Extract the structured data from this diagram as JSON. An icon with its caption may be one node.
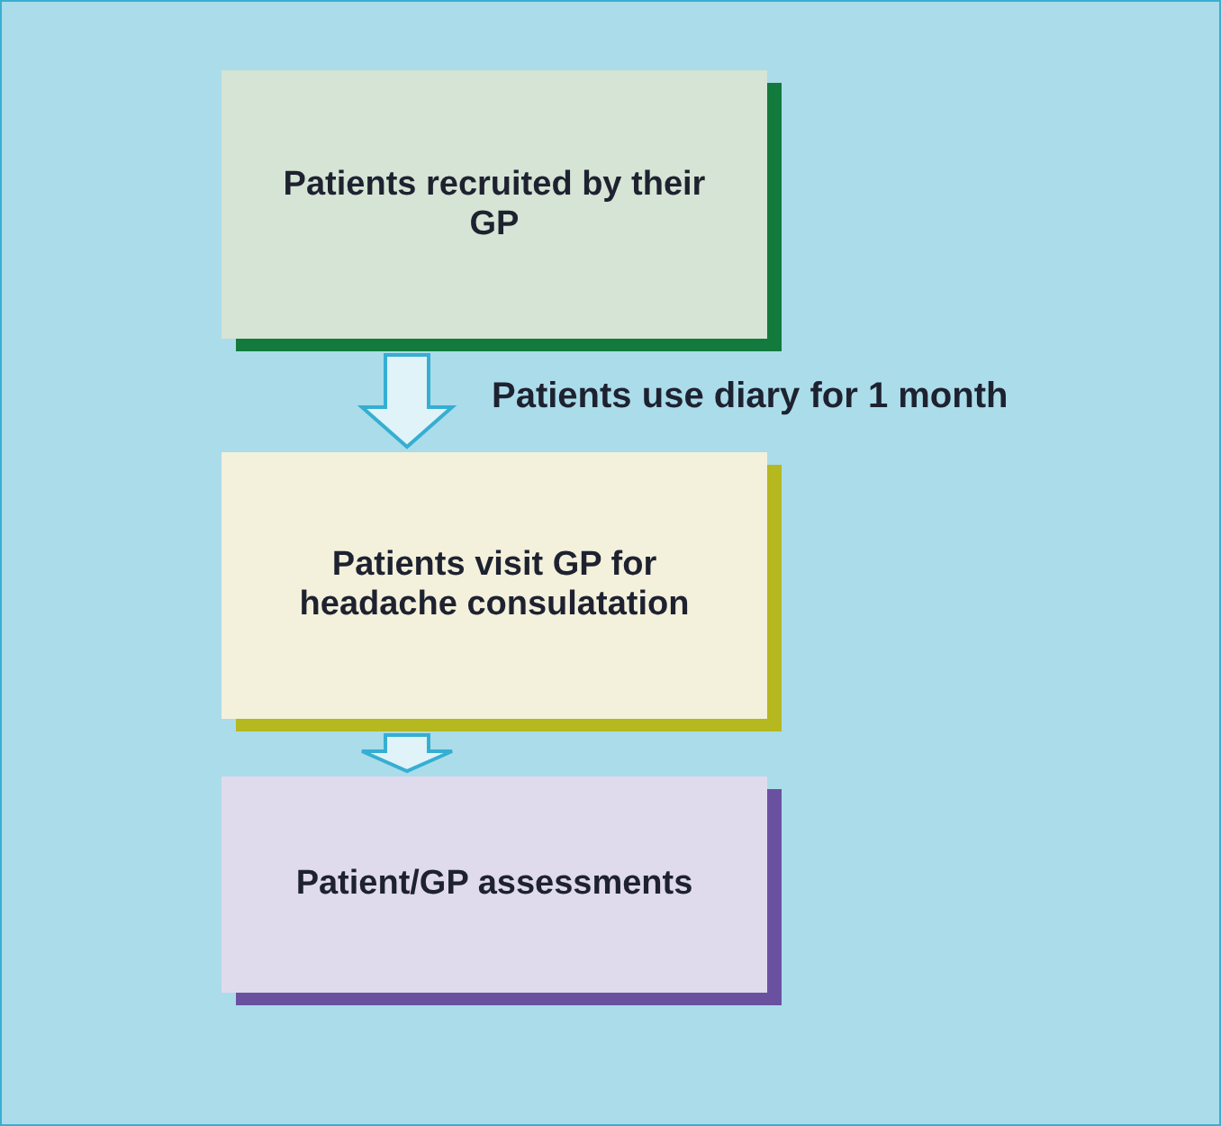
{
  "diagram": {
    "nodes": [
      {
        "text": [
          "Patients recruited by their GP"
        ]
      },
      {
        "text": [
          "Patients visit GP for headache consulatation"
        ]
      },
      {
        "text": [
          "Patient/GP assessments"
        ]
      }
    ],
    "edges": [
      {
        "from": 0,
        "to": 1,
        "arrow": "to",
        "label": "Patients use diary for 1 month"
      },
      {
        "from": 1,
        "to": 2,
        "arrow": "to"
      }
    ]
  }
}
